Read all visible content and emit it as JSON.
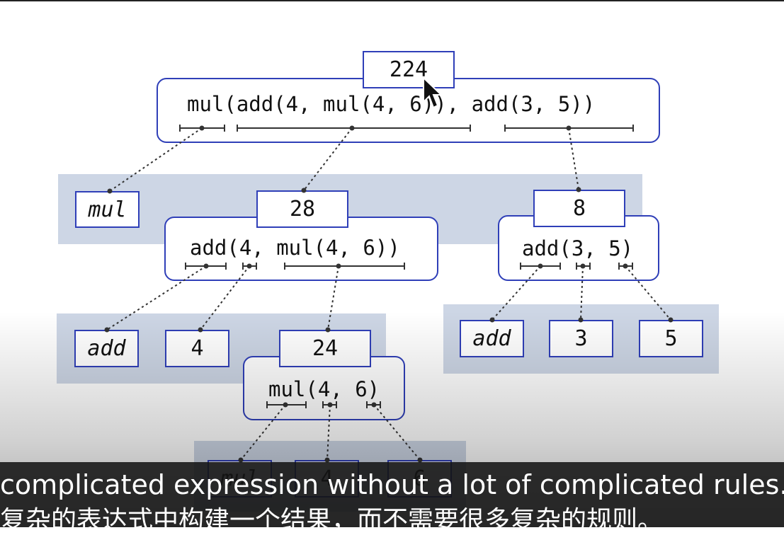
{
  "root": {
    "value": "224",
    "expression": "mul(add(4, mul(4, 6)), add(3, 5))"
  },
  "level1": {
    "operator": "mul",
    "left": {
      "value": "28",
      "expression": "add(4, mul(4, 6))"
    },
    "right": {
      "value": "8",
      "expression": "add(3, 5)"
    }
  },
  "level2_left": {
    "operator": "add",
    "operand": "4",
    "inner": {
      "value": "24",
      "expression": "mul(4, 6)"
    }
  },
  "level2_right": {
    "operator": "add",
    "operand_a": "3",
    "operand_b": "5"
  },
  "level3": {
    "operator": "mul",
    "operand_a": "4",
    "operand_b": "6"
  },
  "subtitles": {
    "english": "complicated expression without  a lot of complicated rules.",
    "chinese": "复杂的表达式中构建一个结果，而不需要很多复杂的规则。"
  },
  "colors": {
    "box_border": "#2f3fb8",
    "band": "#cdd6e5",
    "caption_bg": "#141414"
  },
  "icons": {
    "cursor": "mouse-pointer-icon"
  }
}
